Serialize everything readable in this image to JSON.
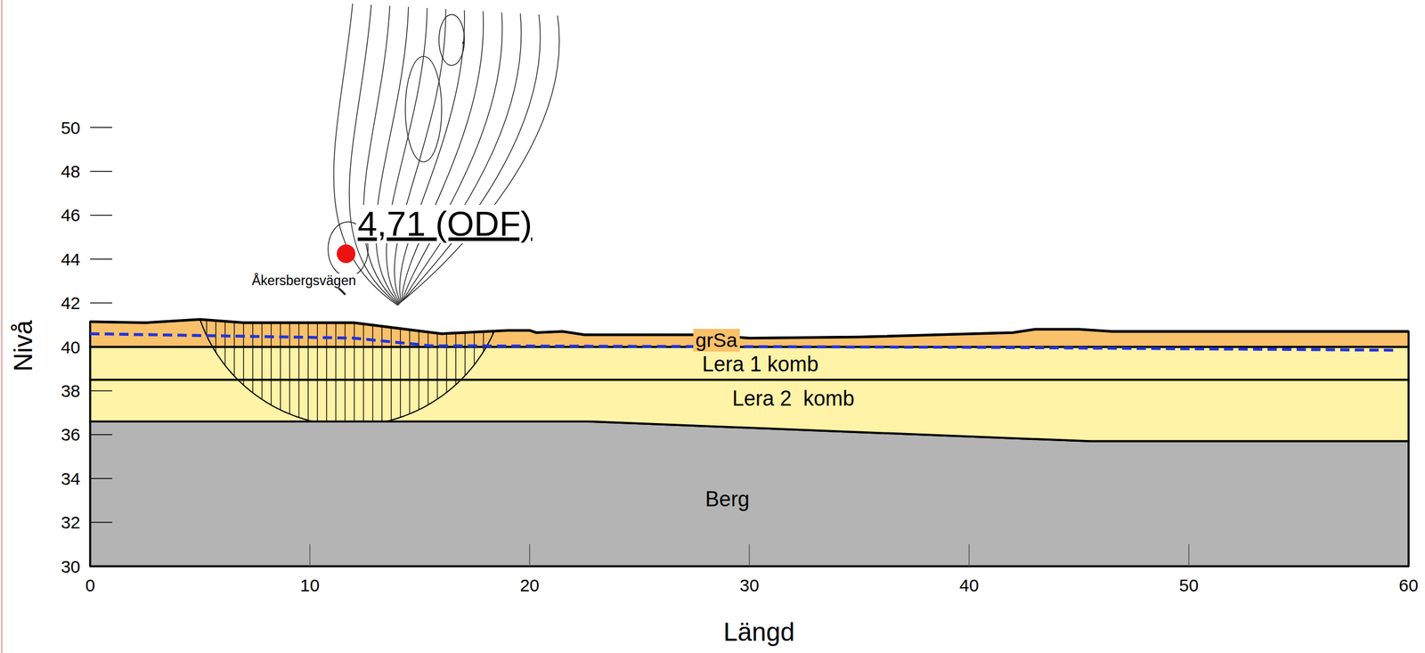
{
  "diagram": {
    "nodes": [
      {
        "text": [
          "grSa"
        ]
      },
      {
        "text": [
          "Lera 1 komb"
        ]
      },
      {
        "text": [
          "Lera 2  komb"
        ]
      },
      {
        "text": [
          "Berg"
        ]
      }
    ],
    "labels": [
      "50",
      "48",
      "46",
      "44",
      "42",
      "40",
      "38",
      "36",
      "34",
      "32",
      "30",
      "0",
      "10",
      "20",
      "30",
      "40",
      "50",
      "60",
      "Nivå",
      "Längd",
      "4,71 (ODF)",
      "Åkersbergsvägen"
    ]
  }
}
